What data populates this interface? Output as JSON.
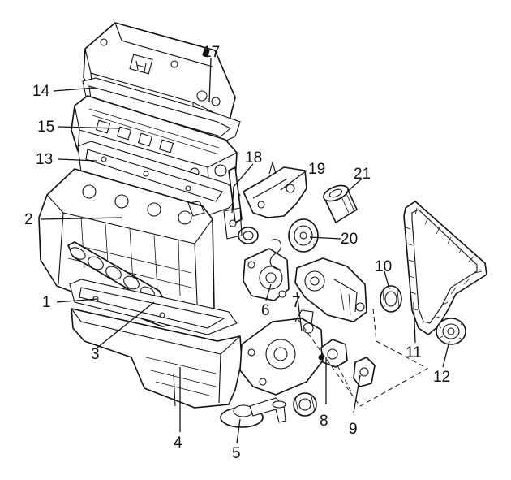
{
  "callouts": [
    {
      "id": "p1",
      "label": "1"
    },
    {
      "id": "p2",
      "label": "2"
    },
    {
      "id": "p3",
      "label": "3"
    },
    {
      "id": "p4",
      "label": "4"
    },
    {
      "id": "p5",
      "label": "5"
    },
    {
      "id": "p6",
      "label": "6"
    },
    {
      "id": "p7",
      "label": "7"
    },
    {
      "id": "p8",
      "label": "8"
    },
    {
      "id": "p9",
      "label": "9"
    },
    {
      "id": "p10",
      "label": "10"
    },
    {
      "id": "p11",
      "label": "11"
    },
    {
      "id": "p12",
      "label": "12"
    },
    {
      "id": "p13",
      "label": "13"
    },
    {
      "id": "p14",
      "label": "14"
    },
    {
      "id": "p15",
      "label": "15"
    },
    {
      "id": "p17",
      "label": "17"
    },
    {
      "id": "p18",
      "label": "18"
    },
    {
      "id": "p19",
      "label": "19"
    },
    {
      "id": "p20",
      "label": "20"
    },
    {
      "id": "p21",
      "label": "21"
    }
  ]
}
